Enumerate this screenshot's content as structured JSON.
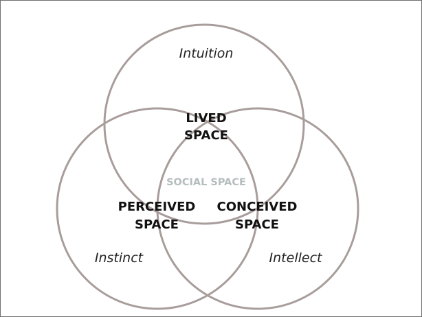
{
  "diagram": {
    "circles": [
      {
        "name": "Intuition"
      },
      {
        "name": "Instinct"
      },
      {
        "name": "Intellect"
      }
    ],
    "outer_labels": {
      "intuition": "Intuition",
      "instinct": "Instinct",
      "intellect": "Intellect"
    },
    "overlap_labels": {
      "lived": [
        "LIVED",
        "SPACE"
      ],
      "perceived": [
        "PERCEIVED",
        "SPACE"
      ],
      "conceived": [
        "CONCEIVED",
        "SPACE"
      ]
    },
    "center_label": "SOCIAL SPACE",
    "colors": {
      "circle_stroke": "#a89d9b",
      "center_label": "#b5bdbd",
      "text": "#111111",
      "frame": "#6e6e6e"
    }
  }
}
